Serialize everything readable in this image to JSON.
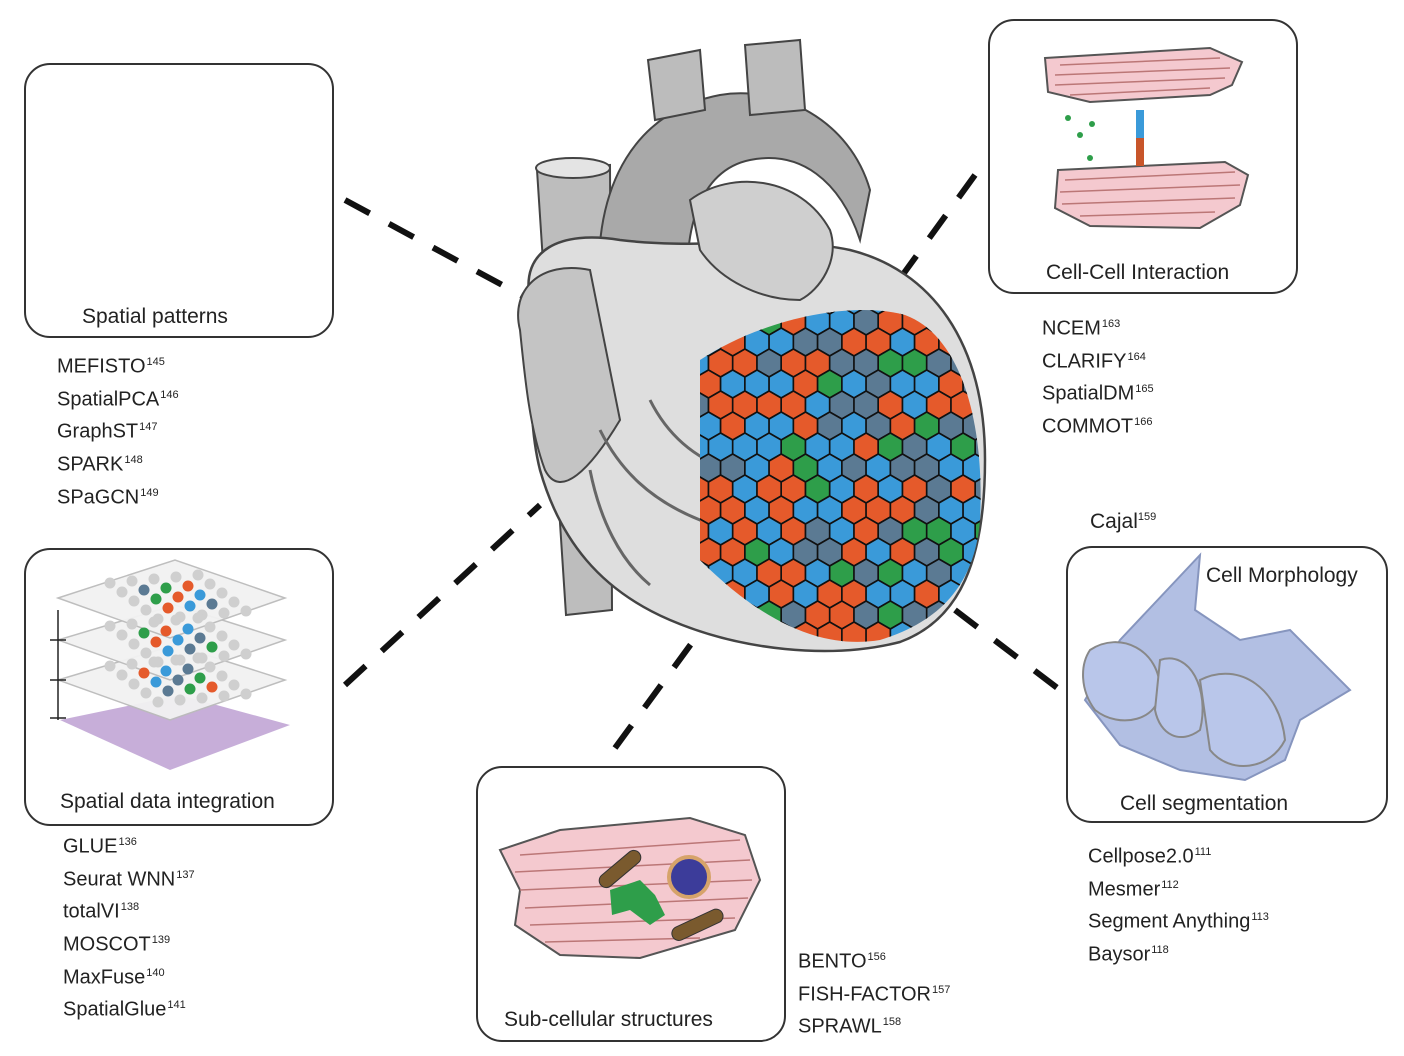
{
  "panels": {
    "spatial_patterns": {
      "title": "Spatial patterns",
      "methods": [
        {
          "name": "MEFISTO",
          "ref": "145"
        },
        {
          "name": "SpatialPCA",
          "ref": "146"
        },
        {
          "name": "GraphST",
          "ref": "147"
        },
        {
          "name": "SPARK",
          "ref": "148"
        },
        {
          "name": "SPaGCN",
          "ref": "149"
        }
      ]
    },
    "cell_cell_interaction": {
      "title": "Cell-Cell Interaction",
      "methods": [
        {
          "name": "NCEM",
          "ref": "163"
        },
        {
          "name": "CLARIFY",
          "ref": "164"
        },
        {
          "name": "SpatialDM",
          "ref": "165"
        },
        {
          "name": "COMMOT",
          "ref": "166"
        }
      ]
    },
    "spatial_data_integration": {
      "title": "Spatial data integration",
      "methods": [
        {
          "name": "GLUE",
          "ref": "136"
        },
        {
          "name": "Seurat WNN",
          "ref": "137"
        },
        {
          "name": "totalVI",
          "ref": "138"
        },
        {
          "name": "MOSCOT",
          "ref": "139"
        },
        {
          "name": "MaxFuse",
          "ref": "140"
        },
        {
          "name": "SpatialGlue",
          "ref": "141"
        }
      ]
    },
    "sub_cellular": {
      "title": "Sub-cellular structures",
      "methods": [
        {
          "name": "BENTO",
          "ref": "156"
        },
        {
          "name": "FISH-FACTOR",
          "ref": "157"
        },
        {
          "name": "SPRAWL",
          "ref": "158"
        }
      ]
    },
    "cell_segmentation": {
      "title": "Cell segmentation",
      "subtitle": "Cell Morphology",
      "extra": {
        "name": "Cajal",
        "ref": "159"
      },
      "methods": [
        {
          "name": "Cellpose2.0",
          "ref": "111"
        },
        {
          "name": "Mesmer",
          "ref": "112"
        },
        {
          "name": "Segment Anything",
          "ref": "113"
        },
        {
          "name": "Baysor",
          "ref": "118"
        }
      ]
    }
  },
  "colors": {
    "hex_orange": "#e55a2b",
    "hex_blue": "#3a9ad9",
    "hex_green": "#2e9e4a",
    "hex_slate": "#5b7a93",
    "muscle_pink": "#f4c9cf",
    "heart_gray": "#c9c9c9"
  }
}
